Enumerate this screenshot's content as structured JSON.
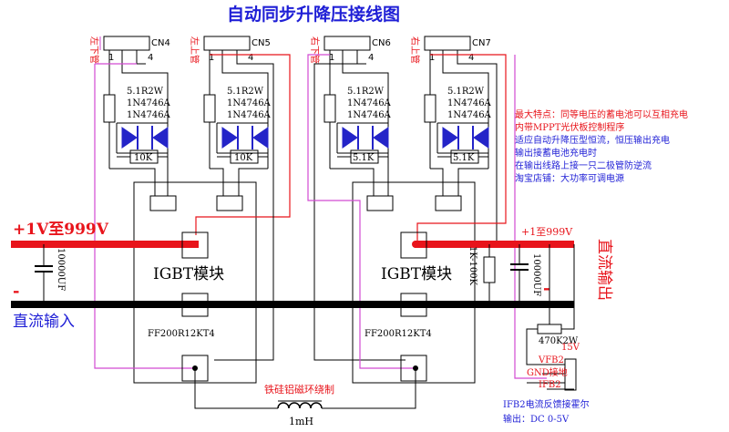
{
  "title": "自动同步升降压接线图",
  "connectors": [
    {
      "id": "CN4",
      "side": "左下管",
      "pins": [
        "1",
        "4"
      ]
    },
    {
      "id": "CN5",
      "side": "左上管",
      "pins": [
        "1",
        "4"
      ]
    },
    {
      "id": "CN6",
      "side": "右下管",
      "pins": [
        "1",
        "4"
      ]
    },
    {
      "id": "CN7",
      "side": "右上管",
      "pins": [
        "1",
        "4"
      ]
    }
  ],
  "gate_driver": {
    "resistor": "5.1R2W",
    "diode_1": "1N4746A",
    "diode_2": "1N4746A",
    "bottom_resistors": [
      "10K",
      "10K",
      "5.1K",
      "5.1K"
    ]
  },
  "modules": [
    {
      "label": "IGBT模块",
      "part": "FF200R12KT4"
    },
    {
      "label": "IGBT模块",
      "part": "FF200R12KT4"
    }
  ],
  "input": {
    "voltage": "+1V至999V",
    "minus": "-",
    "label": "直流输入",
    "cap": "10000UF"
  },
  "output": {
    "voltage": "+1至999V",
    "minus": "-",
    "label": "直流输出",
    "cap": "10000UF",
    "divider": "1K-100K"
  },
  "feedback": {
    "resistor": "470K2W",
    "v15": "15V",
    "vfb2": "VFB2",
    "gnd": "GND接地",
    "ifb2": "IFB2",
    "note_1": "IFB2电流反馈接霍尔",
    "note_2": "输出：DC 0-5V"
  },
  "inductor": {
    "label": "铁硅铝磁环绕制",
    "value": "1mH"
  },
  "notes": [
    "最大特点：同等电压的蓄电池可以互相充电",
    "内带MPPT光伏板控制程序",
    "适应自动升降压型恒流，恒压输出充电",
    "输出接蓄电池充电时",
    "在输出线路上接一只二极管防逆流",
    "淘宝店铺：大功率可调电源"
  ],
  "colors": {
    "positive_bus": "#e8141b",
    "negative_bus": "#000000",
    "title": "#1f1fd6",
    "wire_red": "#e8141b",
    "wire_pink": "#d24ad2",
    "note_red": "#e8141b",
    "note_blue": "#1f1fd6",
    "diode": "#2424c8"
  }
}
